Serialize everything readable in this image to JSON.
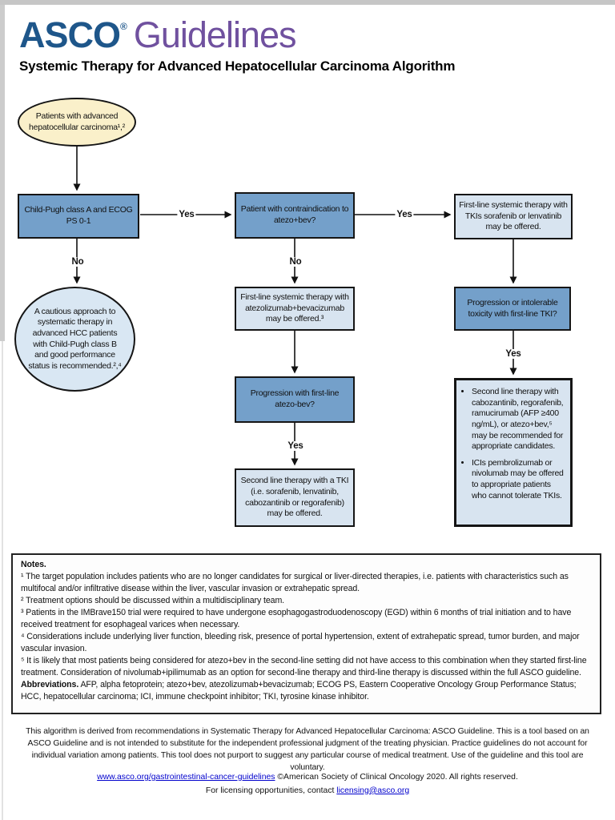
{
  "colors": {
    "logo_blue": "#1e568a",
    "logo_purple": "#70519f",
    "box_medium": "#74a0ca",
    "box_light": "#d8e4f0",
    "oval_fill": "#faf0ca",
    "circle_fill": "#d9e7f3",
    "link_blue": "#0000cc"
  },
  "header": {
    "logo_asco": "ASCO",
    "logo_reg": "®",
    "logo_suffix": "Guidelines",
    "title": "Systemic Therapy for Advanced Hepatocellular Carcinoma Algorithm"
  },
  "flowchart": {
    "oval_start": "Patients with advanced hepatocellular carcinoma¹,²",
    "box_childpugh": "Child-Pugh class A and ECOG PS 0-1",
    "circle_caution": "A cautious approach to systematic therapy in advanced HCC patients with Child-Pugh class B and good performance status is recommended.²,⁴",
    "box_contraindication": "Patient with contraindication to atezo+bev?",
    "box_atezo_bev": "First-line systemic therapy with atezolizumab+bevacizumab may be offered.³",
    "box_progression_atezo": "Progression with first-line atezo-bev?",
    "box_second_line_tki": "Second line therapy with a TKI (i.e. sorafenib, lenvatinib, cabozantinib or regorafenib) may be offered.",
    "box_first_line_tki": "First-line systemic therapy with TKIs sorafenib or lenvatinib may be offered.",
    "box_progression_tki": "Progression or intolerable toxicity with first-line TKI?",
    "options_items": [
      "Second line therapy with cabozantinib, regorafenib, ramucirumab (AFP ≥400 ng/mL), or atezo+bev,⁵ may be recommended for appropriate candidates.",
      "ICIs pembrolizumab or nivolumab may be offered to appropriate patients who cannot tolerate TKIs."
    ],
    "labels": {
      "yes": "Yes",
      "no": "No"
    }
  },
  "notes": {
    "title": "Notes.",
    "items": [
      "¹ The target population includes patients who are no longer candidates for surgical or liver-directed therapies, i.e. patients with characteristics such as multifocal and/or infiltrative disease within the liver, vascular invasion or extrahepatic spread.",
      "² Treatment options should be discussed within a multidisciplinary team.",
      "³ Patients in the IMBrave150 trial were required to have undergone esophagogastroduodenoscopy (EGD) within 6 months of trial initiation and to have received treatment for esophageal varices when necessary.",
      "⁴ Considerations include underlying liver function, bleeding risk, presence of portal hypertension, extent of extrahepatic spread, tumor burden, and major vascular invasion.",
      "⁵ It is likely that most patients being considered for atezo+bev in the second-line setting did not have access to this combination when they started first-line treatment. Consideration of nivolumab+ipilimumab as an option for second-line therapy and third-line therapy is discussed within the full ASCO guideline."
    ],
    "abbreviations_label": "Abbreviations.",
    "abbreviations_text": " AFP, alpha fetoprotein; atezo+bev, atezolizumab+bevacizumab; ECOG PS, Eastern Cooperative Oncology Group Performance Status; HCC, hepatocellular carcinoma; ICI, immune checkpoint inhibitor; TKI, tyrosine kinase inhibitor."
  },
  "footer": {
    "disclaimer": "This algorithm is derived from recommendations in Systematic Therapy for Advanced Hepatocellular Carcinoma: ASCO Guideline. This is a tool based on an ASCO Guideline and is not intended to substitute for the independent professional judgment of the treating physician. Practice guidelines do not account for individual variation among patients. This tool does not purport to suggest any particular course of medical treatment. Use of the guideline and this tool are voluntary.",
    "link_guidelines": "www.asco.org/gastrointestinal-cancer-guidelines",
    "copyright": " ©American Society of Clinical Oncology 2020.  All rights reserved.",
    "licensing_prefix": "For licensing opportunities, contact ",
    "licensing_link": "licensing@asco.org"
  }
}
